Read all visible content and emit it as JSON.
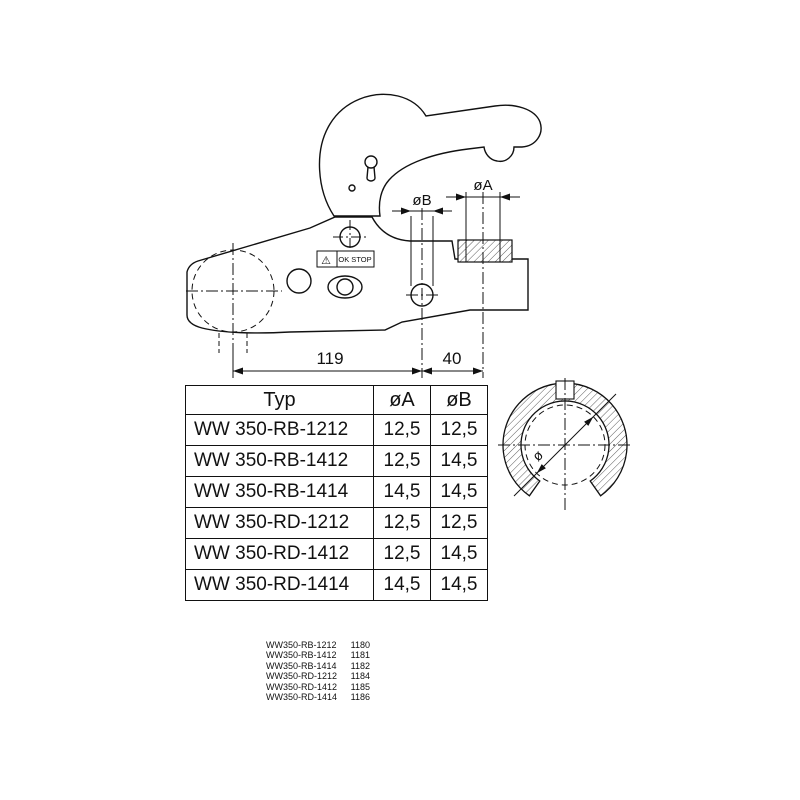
{
  "drawing": {
    "dim_a": "øA",
    "dim_b": "øB",
    "dim_len1": "119",
    "dim_len2": "40",
    "warning": "⚠",
    "ok_stop": "OK STOP",
    "section_dia": "ø",
    "line_color": "#111111"
  },
  "table": {
    "headers": [
      "Typ",
      "øA",
      "øB"
    ],
    "rows": [
      [
        "WW 350-RB-1212",
        "12,5",
        "12,5"
      ],
      [
        "WW 350-RB-1412",
        "12,5",
        "14,5"
      ],
      [
        "WW 350-RB-1414",
        "14,5",
        "14,5"
      ],
      [
        "WW 350-RD-1212",
        "12,5",
        "12,5"
      ],
      [
        "WW 350-RD-1412",
        "12,5",
        "14,5"
      ],
      [
        "WW 350-RD-1414",
        "14,5",
        "14,5"
      ]
    ]
  },
  "parts": [
    {
      "code": "WW350-RB-1212",
      "num": "1180"
    },
    {
      "code": "WW350-RB-1412",
      "num": "1181"
    },
    {
      "code": "WW350-RB-1414",
      "num": "1182"
    },
    {
      "code": "WW350-RD-1212",
      "num": "1184"
    },
    {
      "code": "WW350-RD-1412",
      "num": "1185"
    },
    {
      "code": "WW350-RD-1414",
      "num": "1186"
    }
  ]
}
